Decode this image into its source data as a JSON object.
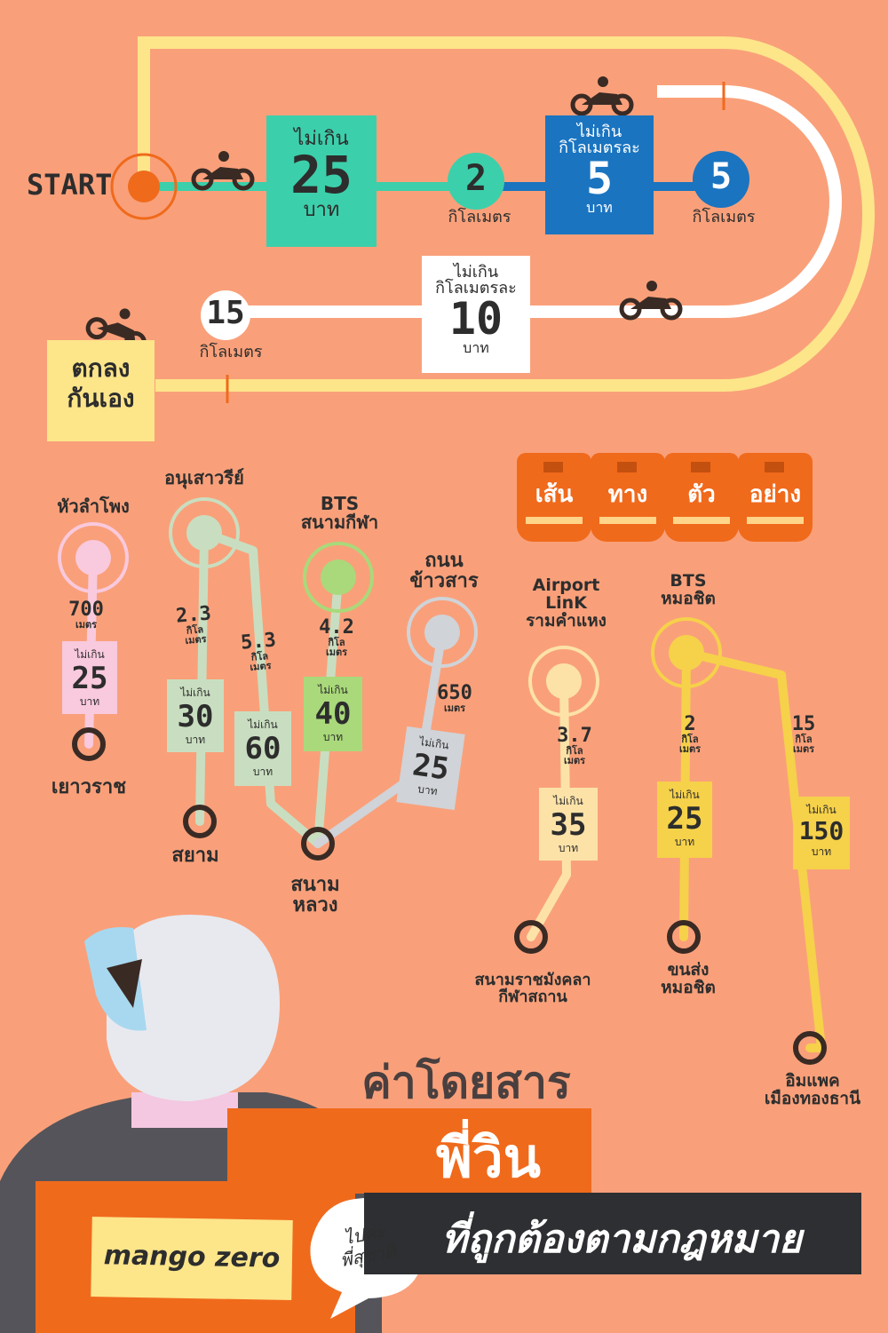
{
  "route": {
    "start": "START",
    "fare1": {
      "l1": "ไม่เกิน",
      "num": "25",
      "l3": "บาท"
    },
    "km2": {
      "num": "2",
      "unit": "กิโลเมตร"
    },
    "fare2": {
      "l1": "ไม่เกิน",
      "l2": "กิโลเมตรละ",
      "num": "5",
      "l3": "บาท"
    },
    "km5": {
      "num": "5",
      "unit": "กิโลเมตร"
    },
    "fare3": {
      "l1": "ไม่เกิน",
      "l2": "กิโลเมตรละ",
      "num": "10",
      "l3": "บาท"
    },
    "km15": {
      "num": "15",
      "unit": "กิโลเมตร"
    },
    "negotiate": {
      "l1": "ตกลง",
      "l2": "กันเอง"
    }
  },
  "vests": [
    "เส้น",
    "ทาง",
    "ตัว",
    "อย่าง"
  ],
  "stations": {
    "hualamphong": "หัวลำโพง",
    "yaowarat": "เยาวราช",
    "anusawari": "อนุเสาวรีย์",
    "siam": "สยาม",
    "bts_sanamkila_1": "BTS",
    "bts_sanamkila_2": "สนามกีฬา",
    "sanamluang_1": "สนาม",
    "sanamluang_2": "หลวง",
    "khaosan_1": "ถนน",
    "khaosan_2": "ข้าวสาร",
    "airport_1": "Airport",
    "airport_2": "LinK",
    "airport_3": "รามคำแหง",
    "rajamangala_1": "สนามราชมังคลา",
    "rajamangala_2": "กีฬาสถาน",
    "bts_morchit_1": "BTS",
    "bts_morchit_2": "หมอชิต",
    "khonsong_1": "ขนส่ง",
    "khonsong_2": "หมอชิต",
    "impact_1": "อิมแพค",
    "impact_2": "เมืองทองธานี"
  },
  "legs": [
    {
      "dist": "700",
      "unit": "เมตร",
      "t1": "ไม่เกิน",
      "fare": "25",
      "t3": "บาท"
    },
    {
      "dist": "2.3",
      "unit": "กิโล เมตร",
      "t1": "ไม่เกิน",
      "fare": "30",
      "t3": "บาท"
    },
    {
      "dist": "5.3",
      "unit": "กิโล เมตร",
      "t1": "ไม่เกิน",
      "fare": "60",
      "t3": "บาท"
    },
    {
      "dist": "4.2",
      "unit": "กิโล เมตร",
      "t1": "ไม่เกิน",
      "fare": "40",
      "t3": "บาท"
    },
    {
      "dist": "650",
      "unit": "เมตร",
      "t1": "ไม่เกิน",
      "fare": "25",
      "t3": "บาท"
    },
    {
      "dist": "3.7",
      "unit": "กิโล เมตร",
      "t1": "ไม่เกิน",
      "fare": "35",
      "t3": "บาท"
    },
    {
      "dist": "2",
      "unit": "กิโล เมตร",
      "t1": "ไม่เกิน",
      "fare": "25",
      "t3": "บาท"
    },
    {
      "dist": "15",
      "unit": "กิโล เมตร",
      "t1": "ไม่เกิน",
      "fare": "150",
      "t3": "บาท"
    }
  ],
  "title": {
    "line1": "ค่าโดยสาร",
    "line2": "พี่วิน",
    "line3": "ที่ถูกต้องตามกฎหมาย"
  },
  "logo": "mango zero",
  "bubble": {
    "l1": "ไปค่ะ",
    "l2": "พี่สุชาติ"
  },
  "colors": {
    "bg": "#f9a07a",
    "teal": "#3ccfab",
    "blue": "#1a74c0",
    "orange": "#f06a1c",
    "yellow": "#fde58a",
    "dark": "#2d2d2d"
  }
}
